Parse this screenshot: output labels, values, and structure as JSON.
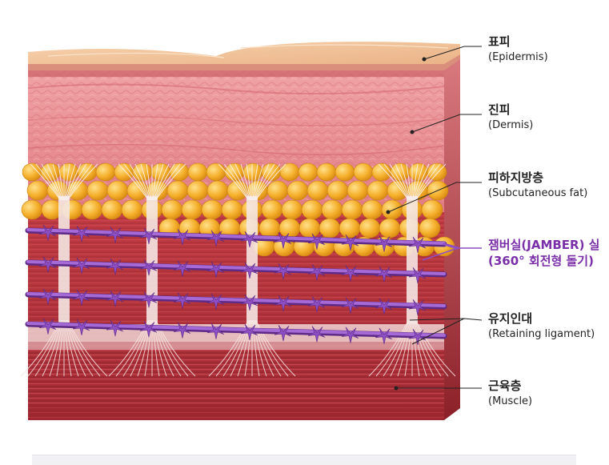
{
  "labels": {
    "epidermis": {
      "ko": "표피",
      "en": "(Epidermis)"
    },
    "dermis": {
      "ko": "진피",
      "en": "(Dermis)"
    },
    "subcutaneous": {
      "ko": "피하지방층",
      "en": "(Subcutaneous fat)"
    },
    "thread": {
      "ko": "잼버실(JAMBER) 실",
      "en": "(360° 회전형 돌기)"
    },
    "ligament": {
      "ko": "유지인대",
      "en": "(Retaining ligament)"
    },
    "muscle": {
      "ko": "근육층",
      "en": "(Muscle)"
    }
  },
  "colors": {
    "epidermis": "#f2c49a",
    "dermis": "#e98c90",
    "fat": "#f2ad2c",
    "muscle": "#b8323a",
    "thread": "#8e4fc4",
    "label_accent": "#7a2fa8"
  }
}
